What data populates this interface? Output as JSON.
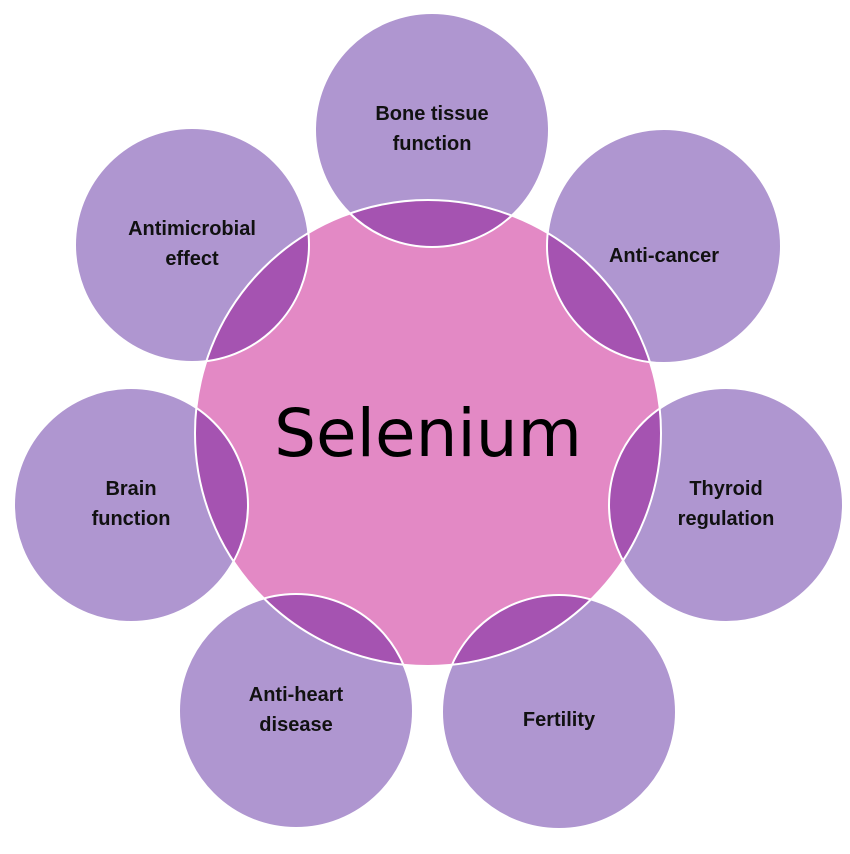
{
  "colors": {
    "center_fill": "#e389c5",
    "satellite_fill": "#af96d0",
    "overlap_fill": "#a553b1",
    "outline": "#ffffff",
    "text": "#111111"
  },
  "center": {
    "label": "Selenium"
  },
  "satellites": [
    {
      "id": "bone",
      "lines": [
        "Bone tissue",
        "function"
      ]
    },
    {
      "id": "anticancer",
      "lines": [
        "Anti-cancer"
      ]
    },
    {
      "id": "thyroid",
      "lines": [
        "Thyroid",
        "regulation"
      ]
    },
    {
      "id": "fertility",
      "lines": [
        "Fertility"
      ]
    },
    {
      "id": "heart",
      "lines": [
        "Anti-heart",
        "disease"
      ]
    },
    {
      "id": "brain",
      "lines": [
        "Brain",
        "function"
      ]
    },
    {
      "id": "antimicrobial",
      "lines": [
        "Antimicrobial",
        "effect"
      ]
    }
  ]
}
